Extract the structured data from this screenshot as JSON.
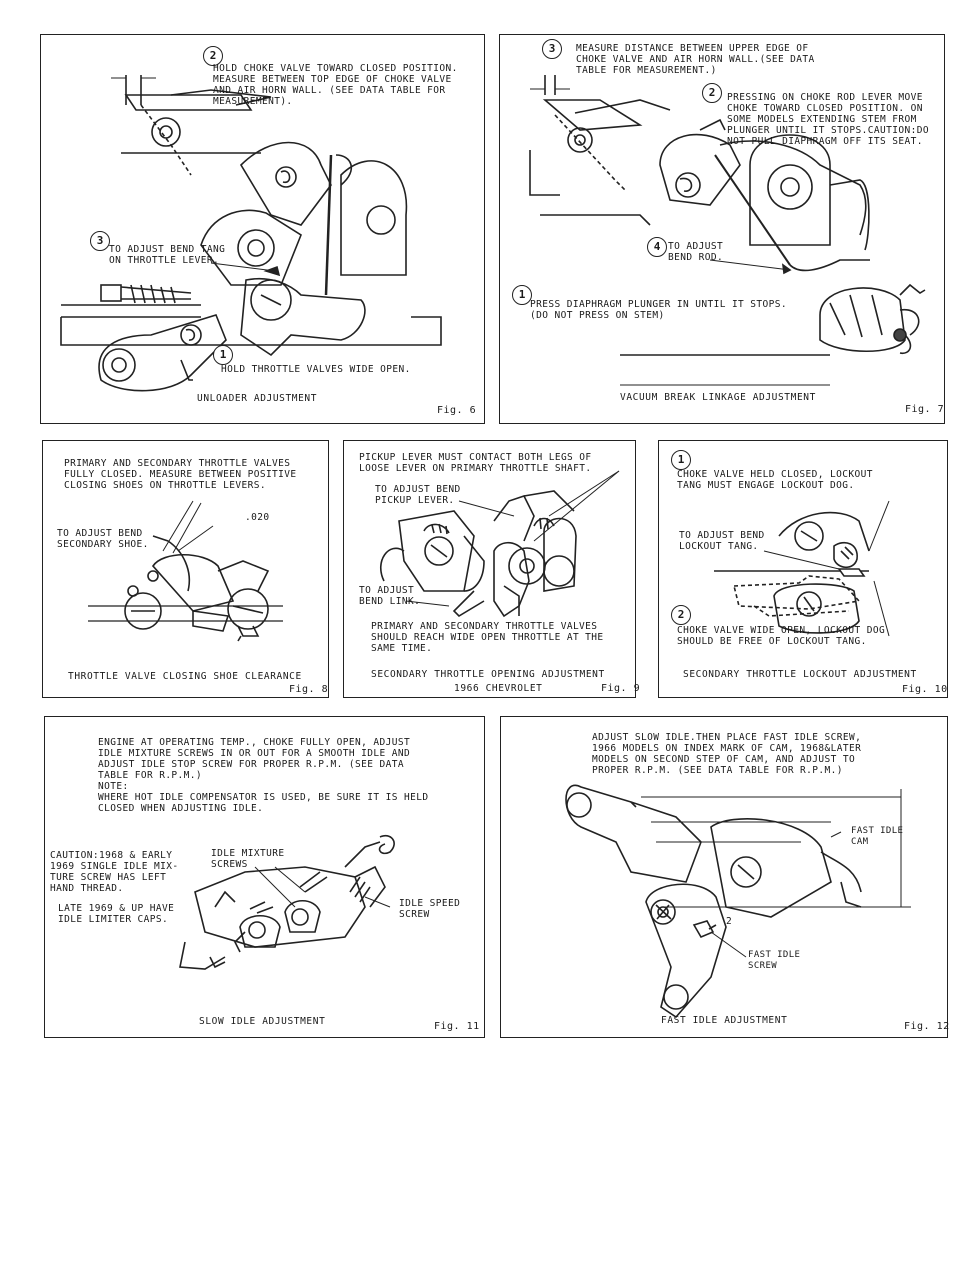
{
  "fig6": {
    "callouts": {
      "c2": "2",
      "c3": "3",
      "c1": "1"
    },
    "step2": "HOLD CHOKE VALVE TOWARD CLOSED POSITION.\nMEASURE BETWEEN TOP EDGE OF CHOKE VALVE\nAND AIR HORN WALL.  (SEE DATA TABLE FOR\nMEASUREMENT).",
    "step3": "TO ADJUST BEND TANG\nON THROTTLE LEVER.",
    "step1": "HOLD THROTTLE VALVES WIDE OPEN.",
    "caption": "UNLOADER ADJUSTMENT",
    "fig": "Fig. 6"
  },
  "fig7": {
    "callouts": {
      "c3": "3",
      "c2": "2",
      "c4": "4",
      "c1": "1"
    },
    "step3": "MEASURE DISTANCE BETWEEN UPPER EDGE OF\nCHOKE VALVE AND AIR HORN WALL.(SEE DATA\nTABLE FOR MEASUREMENT.)",
    "step2": "PRESSING ON CHOKE ROD LEVER MOVE\nCHOKE TOWARD CLOSED POSITION. ON\nSOME MODELS EXTENDING STEM FROM\nPLUNGER UNTIL IT STOPS.CAUTION:DO\nNOT PULL DIAPHRAGM OFF ITS SEAT.",
    "step4": "TO ADJUST\nBEND ROD.",
    "step1": "PRESS DIAPHRAGM PLUNGER IN UNTIL IT STOPS.\n(DO NOT PRESS ON STEM)",
    "caption": "VACUUM BREAK LINKAGE ADJUSTMENT",
    "fig": "Fig. 7"
  },
  "fig8": {
    "intro": "PRIMARY AND SECONDARY THROTTLE VALVES\nFULLY CLOSED. MEASURE BETWEEN POSITIVE\nCLOSING SHOES ON THROTTLE LEVERS.",
    "gauge": ".020",
    "bend": "TO ADJUST BEND\nSECONDARY SHOE.",
    "caption": "THROTTLE VALVE CLOSING SHOE CLEARANCE",
    "fig": "Fig. 8"
  },
  "fig9": {
    "intro": "PICKUP LEVER MUST CONTACT BOTH LEGS OF\nLOOSE LEVER ON PRIMARY THROTTLE SHAFT.",
    "pickup": "TO ADJUST BEND\nPICKUP LEVER.",
    "link": "TO ADJUST\nBEND LINK.",
    "note": "PRIMARY AND SECONDARY THROTTLE VALVES\nSHOULD REACH WIDE OPEN THROTTLE AT THE\nSAME TIME.",
    "caption": "SECONDARY THROTTLE OPENING ADJUSTMENT",
    "subcaption": "1966 CHEVROLET",
    "fig": "Fig. 9"
  },
  "fig10": {
    "callouts": {
      "c1": "1",
      "c2": "2"
    },
    "step1": "CHOKE VALVE HELD CLOSED, LOCKOUT\nTANG MUST ENGAGE LOCKOUT DOG.",
    "tang": "TO ADJUST BEND\nLOCKOUT TANG.",
    "step2": "CHOKE VALVE WIDE OPEN, LOCKOUT DOG\nSHOULD BE FREE OF LOCKOUT TANG.",
    "caption": "SECONDARY THROTTLE LOCKOUT ADJUSTMENT",
    "fig": "Fig. 10"
  },
  "fig11": {
    "intro": "ENGINE AT OPERATING TEMP., CHOKE FULLY OPEN, ADJUST\nIDLE MIXTURE SCREWS IN OR OUT FOR A SMOOTH IDLE AND\nADJUST IDLE STOP SCREW FOR PROPER R.P.M.  (SEE DATA\nTABLE FOR R.P.M.)\nNOTE:\nWHERE HOT IDLE COMPENSATOR IS USED, BE SURE IT IS HELD\nCLOSED WHEN ADJUSTING IDLE.",
    "caution": "CAUTION:1968 & EARLY\n1969 SINGLE IDLE MIX-\nTURE SCREW HAS LEFT\nHAND THREAD.",
    "late": "LATE 1969 & UP HAVE\nIDLE LIMITER CAPS.",
    "mixture": "IDLE MIXTURE\nSCREWS",
    "speed": "IDLE SPEED\nSCREW",
    "caption": "SLOW IDLE ADJUSTMENT",
    "fig": "Fig. 11"
  },
  "fig12": {
    "intro": "ADJUST SLOW IDLE.THEN PLACE FAST IDLE SCREW,\n1966 MODELS ON INDEX MARK OF CAM, 1968&LATER\nMODELS ON SECOND STEP OF CAM,  AND ADJUST TO\nPROPER R.P.M. (SEE DATA TABLE FOR R.P.M.)",
    "cam": "FAST IDLE\nCAM",
    "screw": "FAST IDLE\nSCREW",
    "step": "2",
    "caption": "FAST IDLE ADJUSTMENT",
    "fig": "Fig. 12"
  }
}
